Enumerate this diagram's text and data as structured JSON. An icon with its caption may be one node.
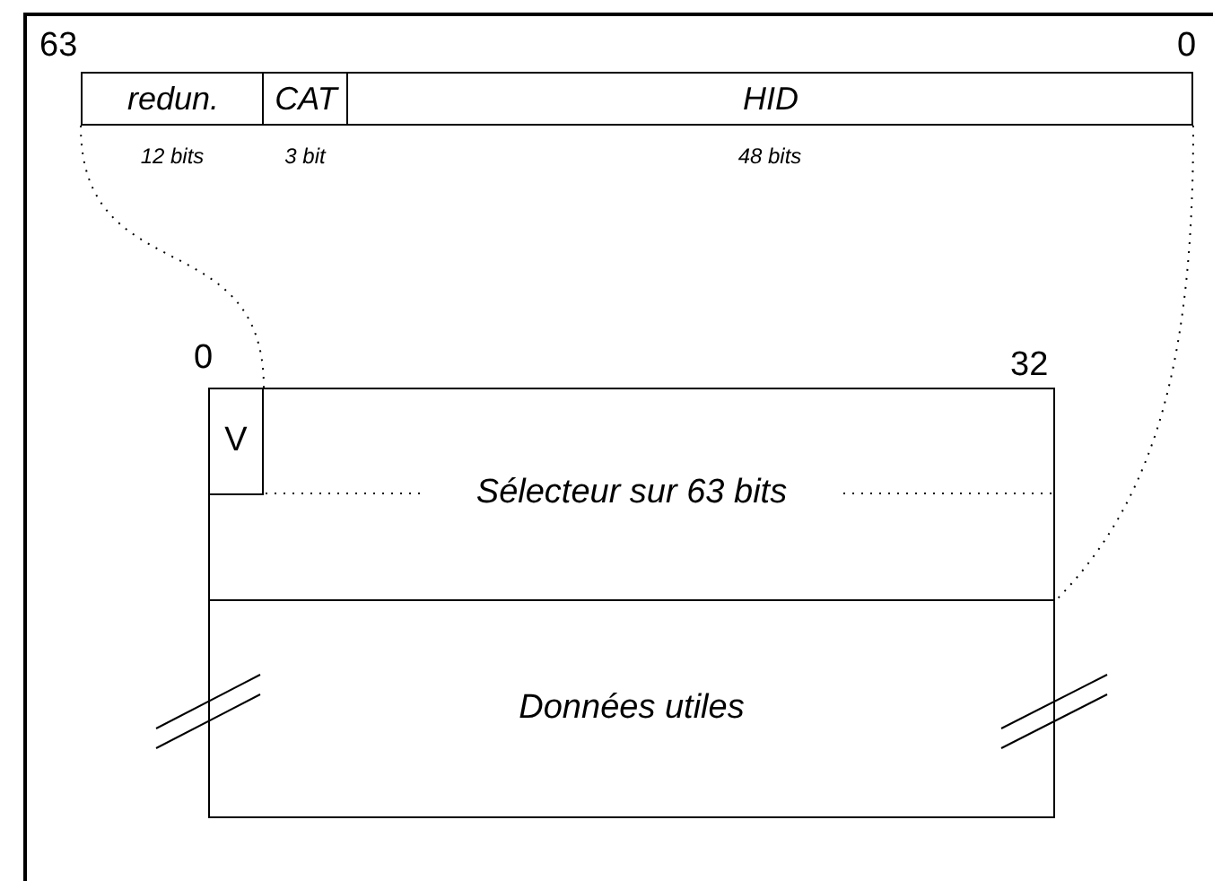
{
  "diagram": {
    "nodes": [
      {
        "text": [],
        "shape": "bar"
      },
      {
        "text": [
          "redun."
        ],
        "in": 0,
        "beside": [
          "12 bits"
        ]
      },
      {
        "text": [
          "CAT"
        ],
        "in": 0,
        "beside": [
          "3 bit"
        ]
      },
      {
        "text": [
          "HID"
        ],
        "in": 0,
        "beside": [
          "48 bits"
        ]
      },
      {
        "text": [
          "Sélecteur sur 63 bits"
        ]
      },
      {
        "text": [
          "V"
        ],
        "in": 4
      },
      {
        "text": [
          "Données utiles"
        ]
      }
    ],
    "edges": [
      {
        "from": 0,
        "to": 5,
        "arrow": "none",
        "style": "dashed"
      },
      {
        "from": 0,
        "to": 4,
        "arrow": "none",
        "style": "dashed"
      }
    ],
    "labels": [
      "63",
      "0",
      "0",
      "32"
    ]
  }
}
